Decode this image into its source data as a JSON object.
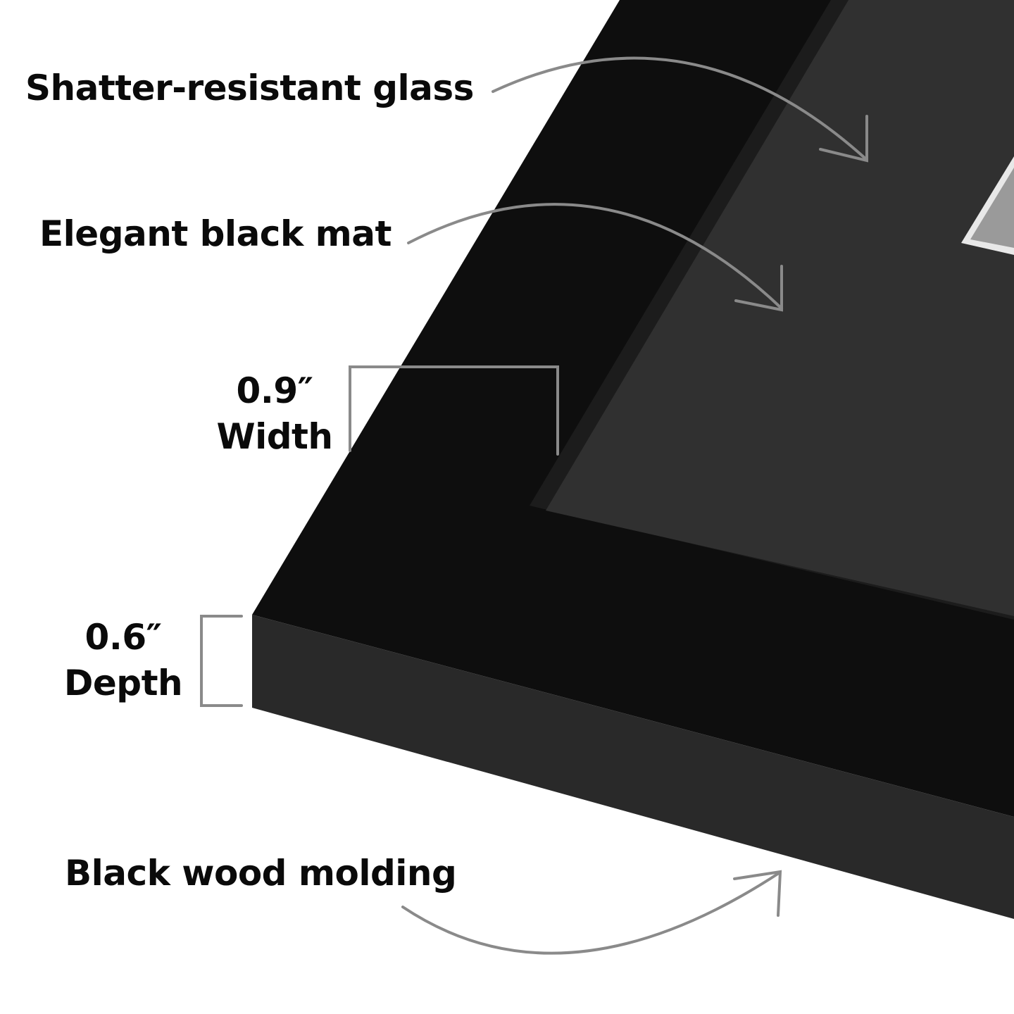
{
  "labels": {
    "glass": "Shatter-resistant glass",
    "mat": "Elegant black mat",
    "width_value": "0.9″",
    "width_label": "Width",
    "depth_value": "0.6″",
    "depth_label": "Depth",
    "molding": "Black wood molding"
  },
  "colors": {
    "frame_top": "#0e0e0e",
    "frame_side": "#292929",
    "mat": "#303030",
    "arrow": "#8a8a8a"
  }
}
